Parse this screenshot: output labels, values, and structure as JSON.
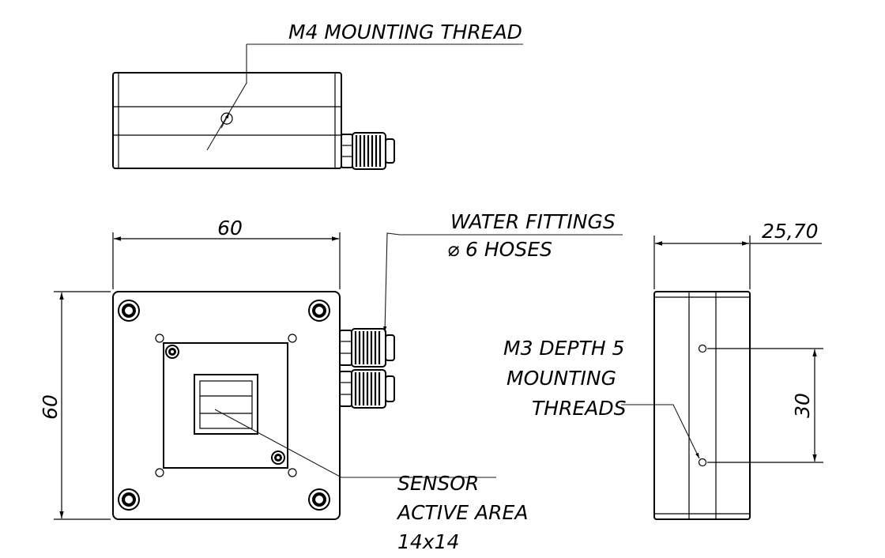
{
  "labels": {
    "m4_thread": "M4 MOUNTING THREAD",
    "water_fittings_line1": "WATER FITTINGS",
    "water_fittings_line2": "⌀ 6 HOSES",
    "m3_line1": "M3 DEPTH 5",
    "m3_line2": "MOUNTING",
    "m3_line3": "THREADS",
    "sensor_line1": "SENSOR",
    "sensor_line2": "ACTIVE AREA",
    "sensor_line3": "14x14"
  },
  "dimensions": {
    "front_width": "60",
    "front_height": "60",
    "side_depth": "25,70",
    "hole_spacing": "30"
  }
}
